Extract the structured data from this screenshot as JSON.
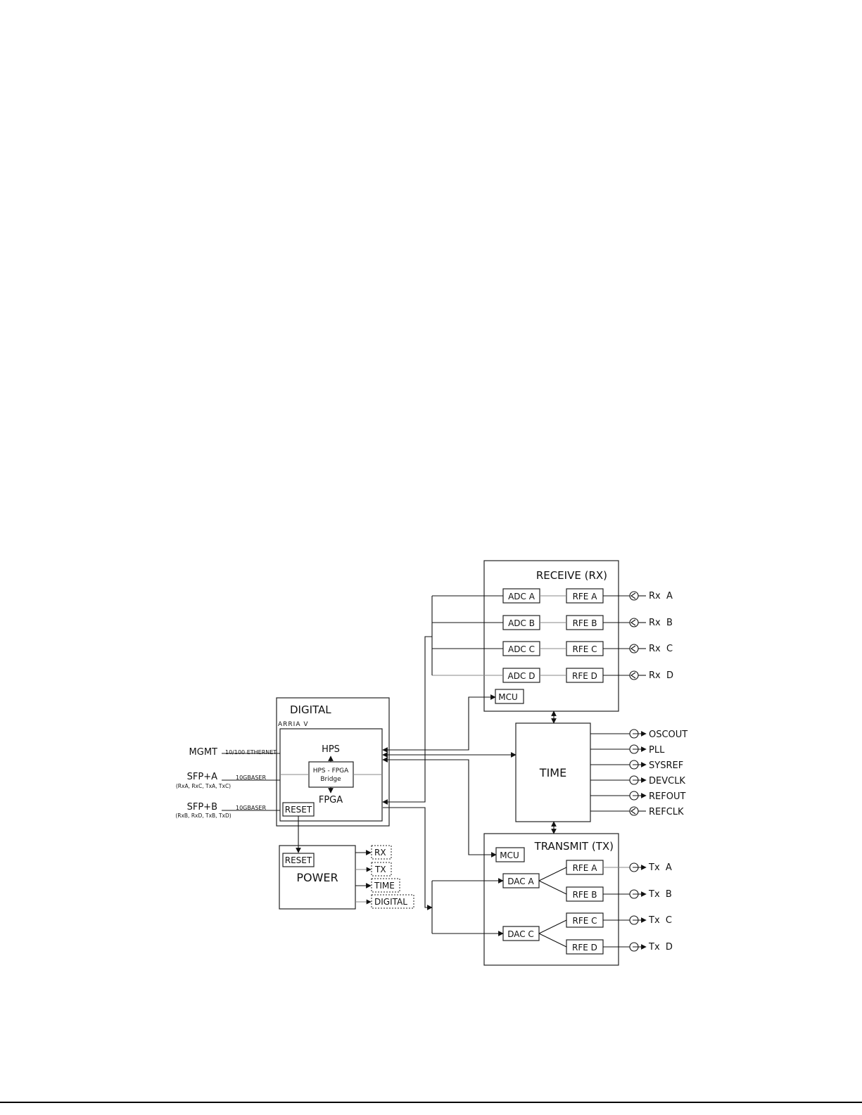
{
  "digital": {
    "title": "DIGITAL",
    "chip": "ARRIA V",
    "hps": "HPS",
    "bridge_line1": "HPS - FPGA",
    "bridge_line2": "Bridge",
    "fpga": "FPGA",
    "reset": "RESET"
  },
  "interfaces": {
    "mgmt": "MGMT",
    "mgmt_link": "10/100 ETHERNET",
    "sfpa": "SFP+A",
    "sfpa_link": "10GBASER",
    "sfpa_channels": "(RxA, RxC, TxA, TxC)",
    "sfpb": "SFP+B",
    "sfpb_link": "10GBASER",
    "sfpb_channels": "(RxB, RxD, TxB, TxD)"
  },
  "power": {
    "title": "POWER",
    "reset": "RESET",
    "outputs": [
      "RX",
      "TX",
      "TIME",
      "DIGITAL"
    ]
  },
  "receive": {
    "title": "RECEIVE (RX)",
    "adcs": [
      "ADC A",
      "ADC B",
      "ADC C",
      "ADC D"
    ],
    "rfes": [
      "RFE A",
      "RFE B",
      "RFE C",
      "RFE D"
    ],
    "ports": [
      "Rx  A",
      "Rx  B",
      "Rx  C",
      "Rx  D"
    ],
    "mcu": "MCU"
  },
  "time": {
    "title": "TIME",
    "outputs": [
      "OSCOUT",
      "PLL",
      "SYSREF",
      "DEVCLK",
      "REFOUT",
      "REFCLK"
    ]
  },
  "transmit": {
    "title": "TRANSMIT (TX)",
    "mcu": "MCU",
    "dacs": [
      "DAC A",
      "DAC C"
    ],
    "rfes": [
      "RFE A",
      "RFE B",
      "RFE C",
      "RFE D"
    ],
    "ports": [
      "Tx  A",
      "Tx  B",
      "Tx  C",
      "Tx  D"
    ]
  }
}
